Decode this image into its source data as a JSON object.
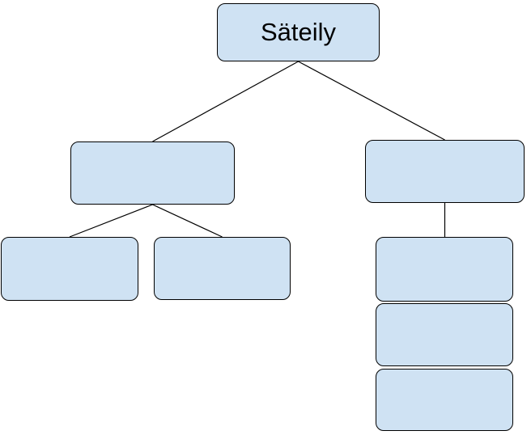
{
  "diagram": {
    "title": "Säteily",
    "colors": {
      "node_fill": "#cfe2f3",
      "node_border": "#000000",
      "connector": "#000000",
      "background": "#ffffff"
    },
    "nodes": {
      "root": {
        "label": "Säteily"
      },
      "left_branch": {
        "label": ""
      },
      "right_branch": {
        "label": ""
      },
      "left_child_1": {
        "label": ""
      },
      "left_child_2": {
        "label": ""
      },
      "right_child_1": {
        "label": ""
      },
      "right_child_2": {
        "label": ""
      },
      "right_child_3": {
        "label": ""
      }
    },
    "edges": [
      {
        "from": "root",
        "to": "left_branch"
      },
      {
        "from": "root",
        "to": "right_branch"
      },
      {
        "from": "left_branch",
        "to": "left_child_1"
      },
      {
        "from": "left_branch",
        "to": "left_child_2"
      },
      {
        "from": "right_branch",
        "to": "right_child_1"
      }
    ]
  }
}
